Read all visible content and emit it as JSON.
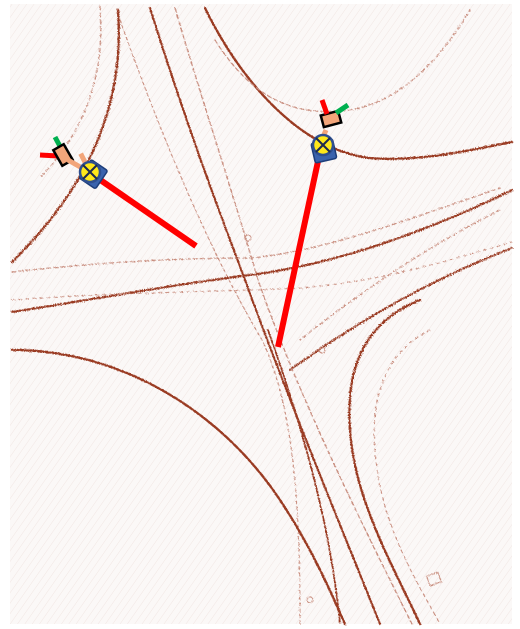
{
  "map": {
    "style": "hand-drawn sketch of a road junction",
    "colors": {
      "background": "#faf6f5",
      "border": "#ffffff",
      "road_stroke": "#9a3b24",
      "road_stroke_light": "#c98f80",
      "trajectory": "#ff0000",
      "vehicle_body": "#3a63ad",
      "vehicle_body_edge": "#1e3e7a",
      "target_fill": "#ffe81a",
      "target_edge": "#2f4f8f",
      "target_cross": "#1c2a4f",
      "arm_fill": "#f2a57a",
      "arm_edge": "#000000",
      "arm_left_finger": "#ff0000",
      "arm_right_finger": "#00b050"
    },
    "icons": {
      "agent": "robot-vehicle-icon",
      "target": "crosshair-target-icon",
      "gripper": "gripper-arm-icon"
    },
    "agents": [
      {
        "name": "agent-left",
        "heading_deg": 34,
        "trajectory_length_ratio": 0.5
      },
      {
        "name": "agent-right",
        "heading_deg": 77,
        "trajectory_length_ratio": 0.65
      }
    ]
  }
}
